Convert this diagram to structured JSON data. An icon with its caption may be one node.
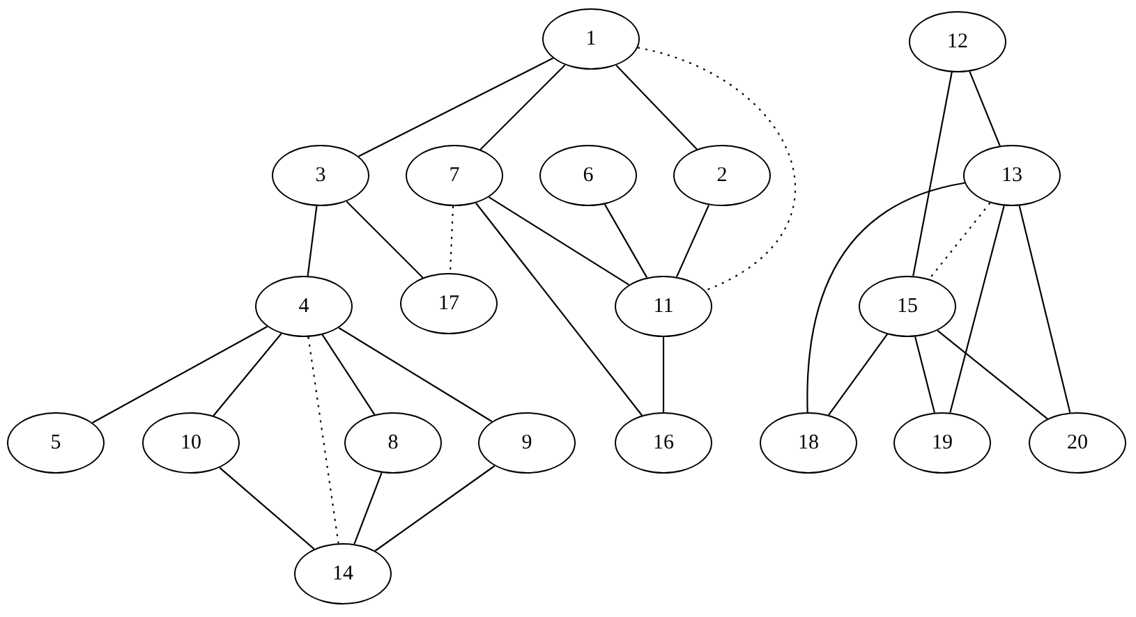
{
  "diagram": {
    "nodes": [
      {
        "text": [
          "1"
        ]
      },
      {
        "text": [
          "3"
        ]
      },
      {
        "text": [
          "7"
        ]
      },
      {
        "text": [
          "6"
        ]
      },
      {
        "text": [
          "2"
        ]
      },
      {
        "text": [
          "4"
        ]
      },
      {
        "text": [
          "17"
        ]
      },
      {
        "text": [
          "11"
        ]
      },
      {
        "text": [
          "5"
        ]
      },
      {
        "text": [
          "10"
        ]
      },
      {
        "text": [
          "8"
        ]
      },
      {
        "text": [
          "9"
        ]
      },
      {
        "text": [
          "16"
        ]
      },
      {
        "text": [
          "14"
        ]
      },
      {
        "text": [
          "12"
        ]
      },
      {
        "text": [
          "13"
        ]
      },
      {
        "text": [
          "15"
        ]
      },
      {
        "text": [
          "18"
        ]
      },
      {
        "text": [
          "19"
        ]
      },
      {
        "text": [
          "20"
        ]
      }
    ],
    "edges": [
      {
        "from": 0,
        "to": 1,
        "arrow": "none"
      },
      {
        "from": 0,
        "to": 2,
        "arrow": "none"
      },
      {
        "from": 0,
        "to": 4,
        "arrow": "none"
      },
      {
        "from": 0,
        "to": 7,
        "arrow": "none",
        "style": "dashed"
      },
      {
        "from": 1,
        "to": 5,
        "arrow": "none"
      },
      {
        "from": 1,
        "to": 6,
        "arrow": "none"
      },
      {
        "from": 2,
        "to": 6,
        "arrow": "none",
        "style": "dashed"
      },
      {
        "from": 2,
        "to": 7,
        "arrow": "none"
      },
      {
        "from": 2,
        "to": 12,
        "arrow": "none"
      },
      {
        "from": 3,
        "to": 7,
        "arrow": "none"
      },
      {
        "from": 4,
        "to": 7,
        "arrow": "none"
      },
      {
        "from": 7,
        "to": 12,
        "arrow": "none"
      },
      {
        "from": 5,
        "to": 8,
        "arrow": "none"
      },
      {
        "from": 5,
        "to": 9,
        "arrow": "none"
      },
      {
        "from": 5,
        "to": 10,
        "arrow": "none"
      },
      {
        "from": 5,
        "to": 11,
        "arrow": "none"
      },
      {
        "from": 5,
        "to": 13,
        "arrow": "none",
        "style": "dashed"
      },
      {
        "from": 9,
        "to": 13,
        "arrow": "none"
      },
      {
        "from": 10,
        "to": 13,
        "arrow": "none"
      },
      {
        "from": 11,
        "to": 13,
        "arrow": "none"
      },
      {
        "from": 14,
        "to": 16,
        "arrow": "none"
      },
      {
        "from": 14,
        "to": 15,
        "arrow": "none"
      },
      {
        "from": 15,
        "to": 16,
        "arrow": "none",
        "style": "dashed"
      },
      {
        "from": 15,
        "to": 17,
        "arrow": "none"
      },
      {
        "from": 15,
        "to": 18,
        "arrow": "none"
      },
      {
        "from": 15,
        "to": 19,
        "arrow": "none"
      },
      {
        "from": 16,
        "to": 17,
        "arrow": "none"
      },
      {
        "from": 16,
        "to": 18,
        "arrow": "none"
      },
      {
        "from": 16,
        "to": 19,
        "arrow": "none"
      }
    ]
  }
}
